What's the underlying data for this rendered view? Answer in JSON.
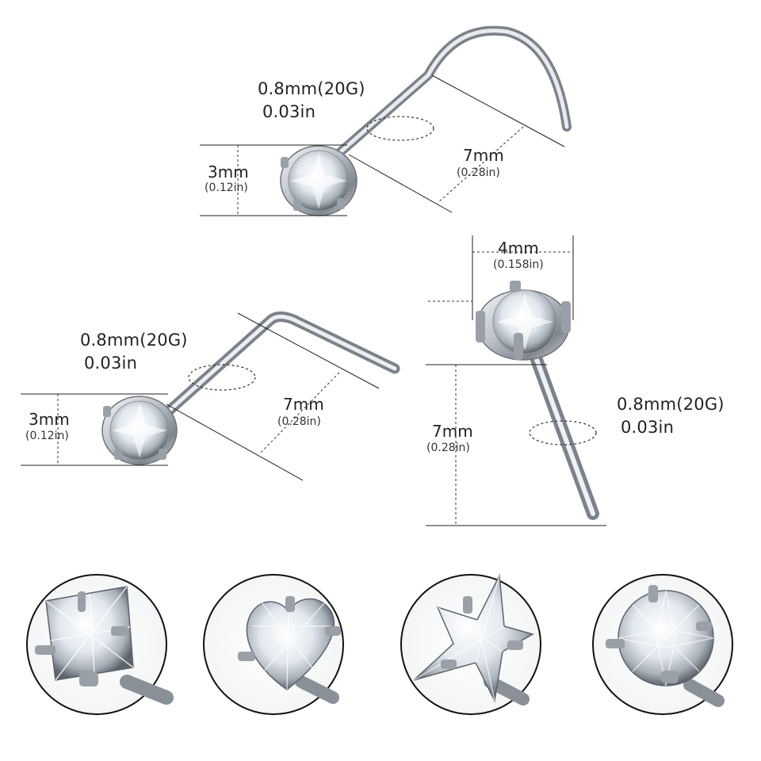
{
  "colors": {
    "metal": "#b7bcc2",
    "metal_dark": "#6e747c",
    "metal_light": "#eef1f4",
    "line": "#222222",
    "gem": "#dfe6ee"
  },
  "screw_piercing": {
    "gauge_mm": "0.8mm(20G)",
    "gauge_in": "0.03in",
    "height_mm": "3mm",
    "height_in": "(0.12in)",
    "length_mm": "7mm",
    "length_in": "(0.28in)"
  },
  "l_shape_piercing": {
    "gauge_mm": "0.8mm(20G)",
    "gauge_in": "0.03in",
    "height_mm": "3mm",
    "height_in": "(0.12in)",
    "length_mm": "7mm",
    "length_in": "(0.28in)"
  },
  "straight_piercing": {
    "width_mm": "4mm",
    "width_in": "(0.158in)",
    "length_mm": "7mm",
    "length_in": "(0.28in)",
    "gauge_mm": "0.8mm(20G)",
    "gauge_in": "0.03in"
  },
  "shape_thumbnails": [
    {
      "shape": "square-gem-icon"
    },
    {
      "shape": "heart-gem-icon"
    },
    {
      "shape": "star-gem-icon"
    },
    {
      "shape": "round-gem-icon"
    }
  ]
}
